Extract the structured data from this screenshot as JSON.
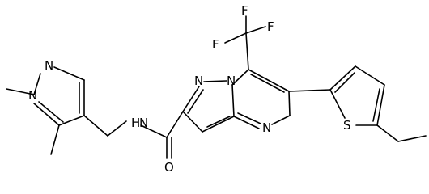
{
  "diagram": {
    "type": "chemical-structure",
    "atoms": {
      "f1": "F",
      "f2": "F",
      "f3": "F",
      "n_pyrazole_1": "N",
      "n_pyrazole_2": "N",
      "n_amide": "N",
      "h_amide": "H",
      "o_carbonyl": "O",
      "n_ring_bridge": "N",
      "n_ring_bottom": "N",
      "s_thiophene": "S"
    },
    "colors": {
      "bond": "#000000",
      "label": "#000000",
      "background": "#ffffff"
    }
  }
}
